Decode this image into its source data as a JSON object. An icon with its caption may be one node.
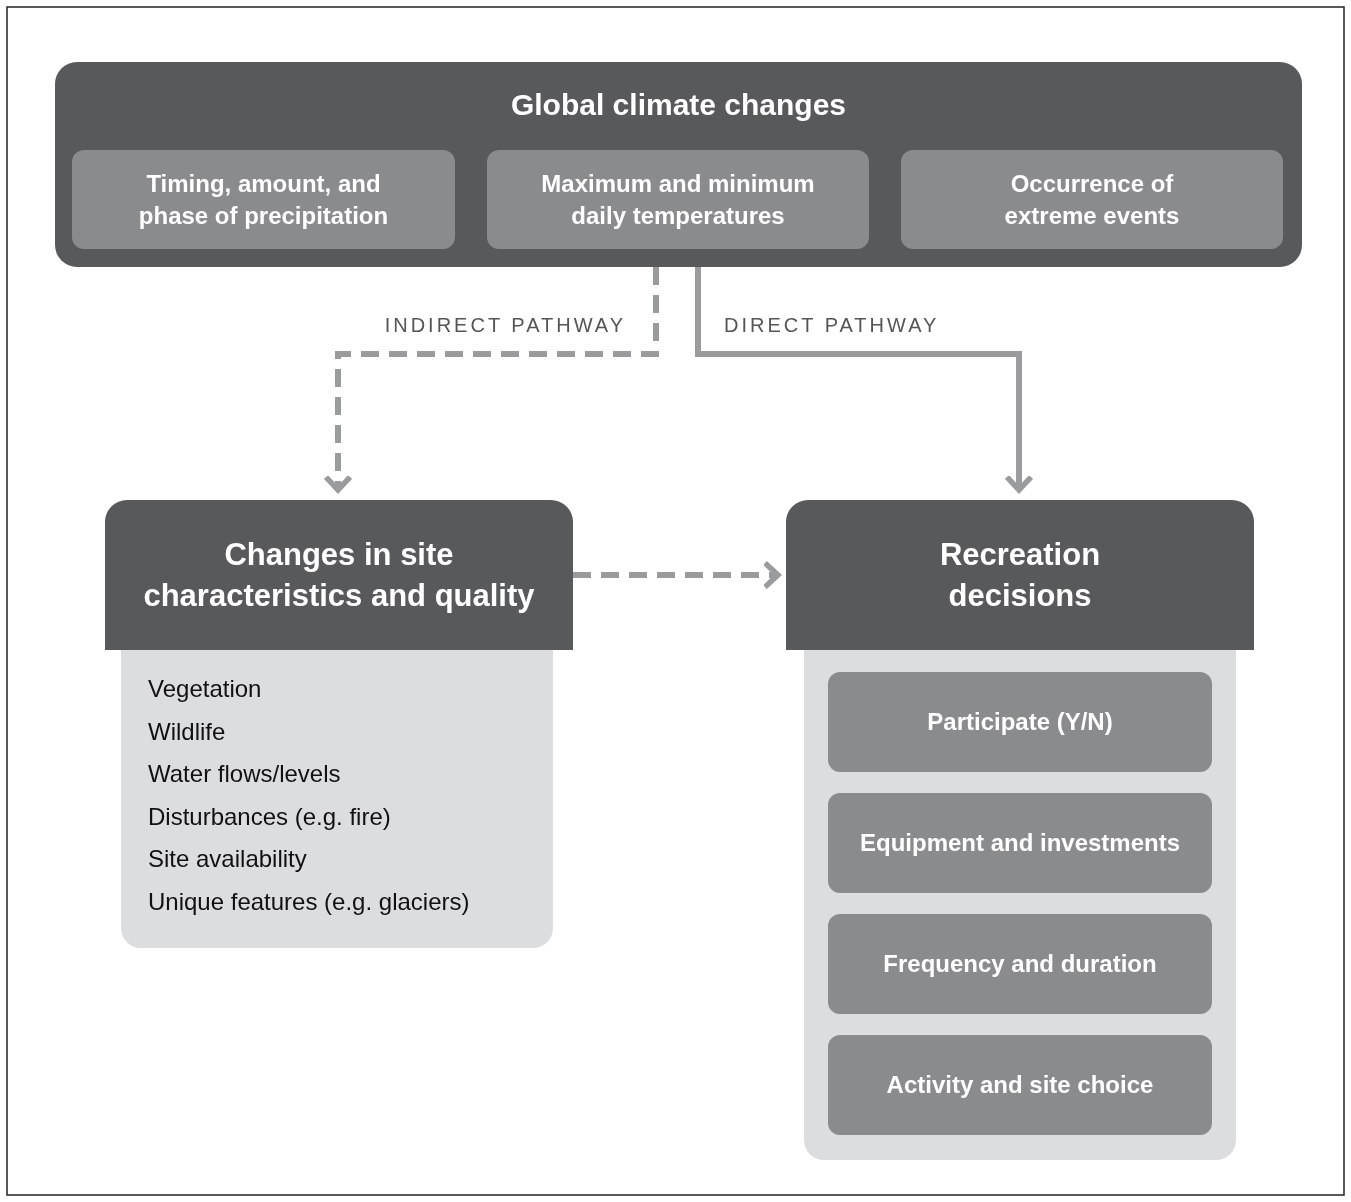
{
  "diagram": {
    "nodes": [
      {
        "text": [
          "Global climate changes"
        ]
      },
      {
        "text": [
          "Timing, amount, and phase of precipitation"
        ],
        "in": 0
      },
      {
        "text": [
          "Maximum and minimum daily temperatures"
        ],
        "in": 0
      },
      {
        "text": [
          "Occurrence of extreme events"
        ],
        "in": 0
      },
      {
        "text": [
          "Changes in site characteristics and quality"
        ]
      },
      {
        "text": [
          "Vegetation",
          "Wildlife",
          "Water flows/levels",
          "Disturbances (e.g. fire)",
          "Site availability",
          "Unique features (e.g. glaciers)"
        ]
      },
      {
        "text": [
          "Recreation decisions"
        ]
      },
      {
        "text": [],
        "shape": "box"
      },
      {
        "text": [
          "Participate (Y/N)"
        ],
        "in": 7
      },
      {
        "text": [
          "Equipment and investments"
        ],
        "in": 7
      },
      {
        "text": [
          "Frequency and duration"
        ],
        "in": 7
      },
      {
        "text": [
          "Activity and site choice"
        ],
        "in": 7
      }
    ],
    "edges": [
      {
        "from": 0,
        "to": 4,
        "arrow": "to",
        "label": "INDIRECT PATHWAY",
        "style": "dashed"
      },
      {
        "from": 0,
        "to": 6,
        "arrow": "to",
        "label": "DIRECT PATHWAY"
      },
      {
        "from": 4,
        "to": 6,
        "arrow": "to",
        "style": "dashed"
      }
    ]
  }
}
